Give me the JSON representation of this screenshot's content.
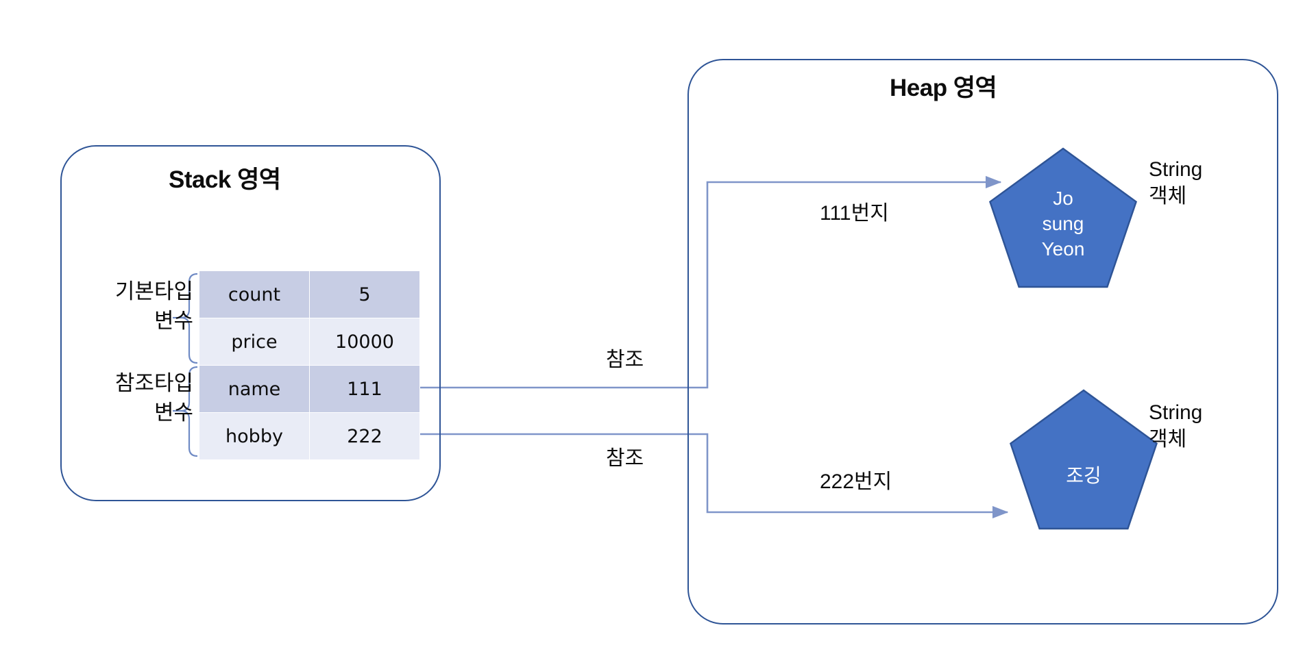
{
  "diagram": {
    "title": "Java Stack and Heap memory reference diagram",
    "accent_border": "#2e5496",
    "connector_color": "#7f95c9",
    "shape_fill": "#4472c4",
    "row_dark": "#c7cde4",
    "row_light": "#e9ecf6"
  },
  "stack": {
    "title": "Stack 영역",
    "groups": [
      {
        "label": "기본타입\n변수"
      },
      {
        "label": "참조타입\n변수"
      }
    ],
    "rows": [
      {
        "name": "count",
        "value": "5"
      },
      {
        "name": "price",
        "value": "10000"
      },
      {
        "name": "name",
        "value": "111"
      },
      {
        "name": "hobby",
        "value": "222"
      }
    ]
  },
  "heap": {
    "title": "Heap 영역",
    "objects": [
      {
        "text": "Jo\nsung\nYeon",
        "caption": "String\n객체",
        "address_label": "111번지"
      },
      {
        "text": "조깅",
        "caption": "String\n객체",
        "address_label": "222번지"
      }
    ]
  },
  "connectors": [
    {
      "label": "참조"
    },
    {
      "label": "참조"
    }
  ]
}
